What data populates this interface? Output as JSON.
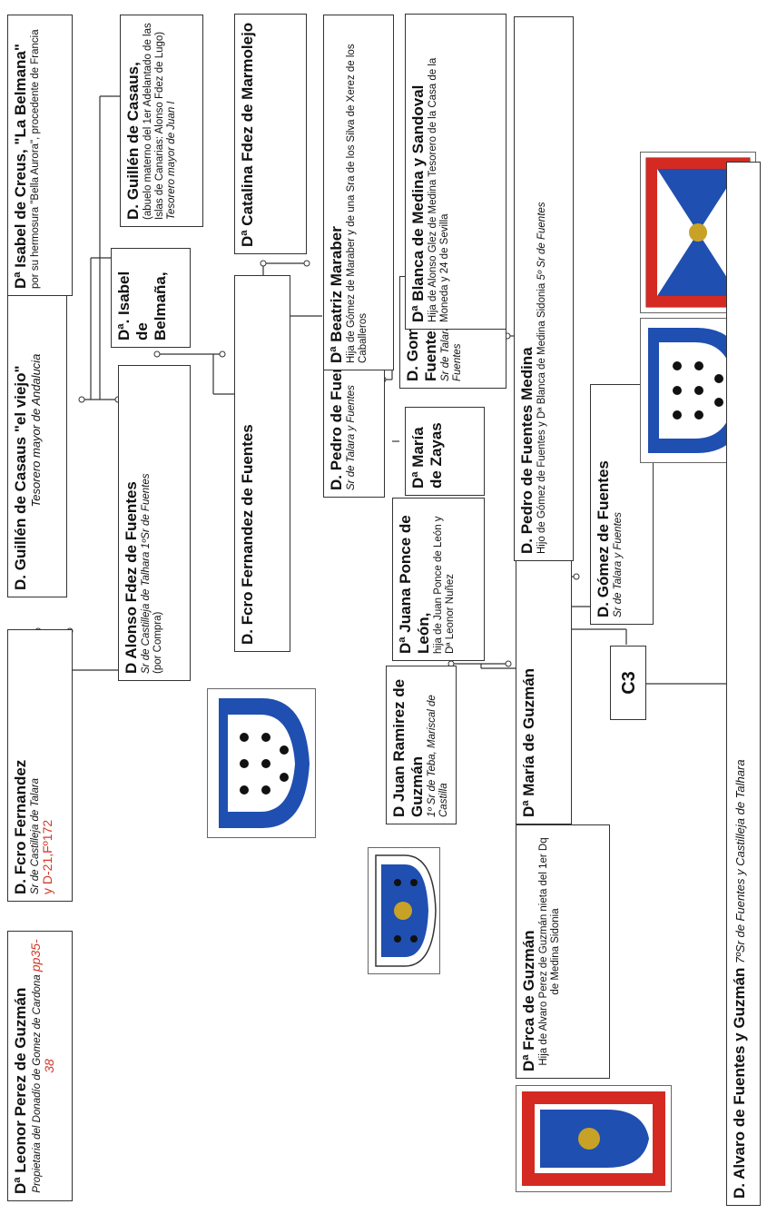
{
  "people": {
    "leonor": {
      "name": "Dª Leonor Perez de Guzmán",
      "desc": "Propietaria del Donadío de Gomez de Cardona",
      "ref": "pp35-38"
    },
    "fcro_fernandez": {
      "name": "D. Fcro Fernandez",
      "desc": "Sr de Castilleja de Talara",
      "ref": "y D-21,Fº172"
    },
    "guillen_viejo": {
      "name": "D. Guillén de Casaus \"el viejo\"",
      "desc": "Tesorero mayor de Andalucia"
    },
    "isabel_creus": {
      "name": "Dª Isabel de Creus, \"La Belmana\"",
      "desc": "por su hermosura \"Bella Aurora\", procedente de Francia"
    },
    "alonso": {
      "name": "D Alonso Fdez de Fuentes",
      "desc": "Sr de Castilleja de Talhara 1ºSr de Fuentes",
      "desc2": "(por Compra)"
    },
    "isabel_belmana": {
      "name": "Dª. Isabel de Belmaña,"
    },
    "guillen_casaus": {
      "name": "D. Guillén de Casaus,",
      "desc": "(abuelo materno del 1er Adelantado de las Islas de Canarias: Alonso Fdez de Lugo)",
      "desc2": "Tesorero mayor de Juan I"
    },
    "fcro_fuentes": {
      "name": "D. Fcro Fernandez de Fuentes"
    },
    "catalina": {
      "name": "Dª Catalina Fdez de Marmolejo"
    },
    "juan_ramirez": {
      "name": "D Juan Ramirez de Guzmán",
      "desc": "1º Sr de Teba, Mariscal de Castilla"
    },
    "juana_ponce": {
      "name": "Dª Juana Ponce de León,",
      "desc": "hija de Juan Ponce de León y Dª Leonor Nuñez"
    },
    "pedro_fuentes": {
      "name": "D. Pedro de Fuentes",
      "desc": "Sr de Talara y Fuentes"
    },
    "maria_zayas": {
      "name": "Dª María de Zayas"
    },
    "beatriz": {
      "name": "Dª Beatriz Maraber",
      "desc": "Hija de Gómez de Maraber y de una Sra de los Silva de Xerez de los Caballeros"
    },
    "gomez_fuentes": {
      "name": "D. Gomez de Fuentes",
      "desc": "Sr de Talara y Fuentes"
    },
    "blanca": {
      "name": "Dª Blanca de Medina y Sandoval",
      "desc": "Hija de Alonso Glez de Medina Tesorero de la Casa de la Moneda y 24 de Sevilla"
    },
    "maria_guzman": {
      "name": "Dª María de Guzmán"
    },
    "pedro_medina": {
      "name": "D. Pedro de Fuentes Medina",
      "desc": "Hijo de Gómez de Fuentes y Dª Blanca de Medina Sidonia",
      "desc2": "5º Sr de Fuentes"
    },
    "frca": {
      "name": "Dª Frca de Guzmán",
      "desc": "Hija de Alvaro Perez de Guzmán nieta del 1er Dq de Medina Sidonia"
    },
    "gomez_fuentes2": {
      "name": "D. Gómez de Fuentes",
      "desc": "Sr de Talara y Fuentes"
    },
    "alvaro": {
      "name": "D. Alvaro de Fuentes y Guzmán",
      "desc": "7ºSr de Fuentes y Castilleja de Talhara"
    }
  },
  "connector": {
    "label": "C3"
  },
  "colors": {
    "heraldic_blue": "#1f4fb0",
    "heraldic_red": "#d42a22",
    "gold": "#c8a227"
  },
  "crests": [
    "fuentes-crest",
    "guzman-crest",
    "guzman-quartered-crest",
    "fuentes-crest",
    "quartered-crest"
  ]
}
